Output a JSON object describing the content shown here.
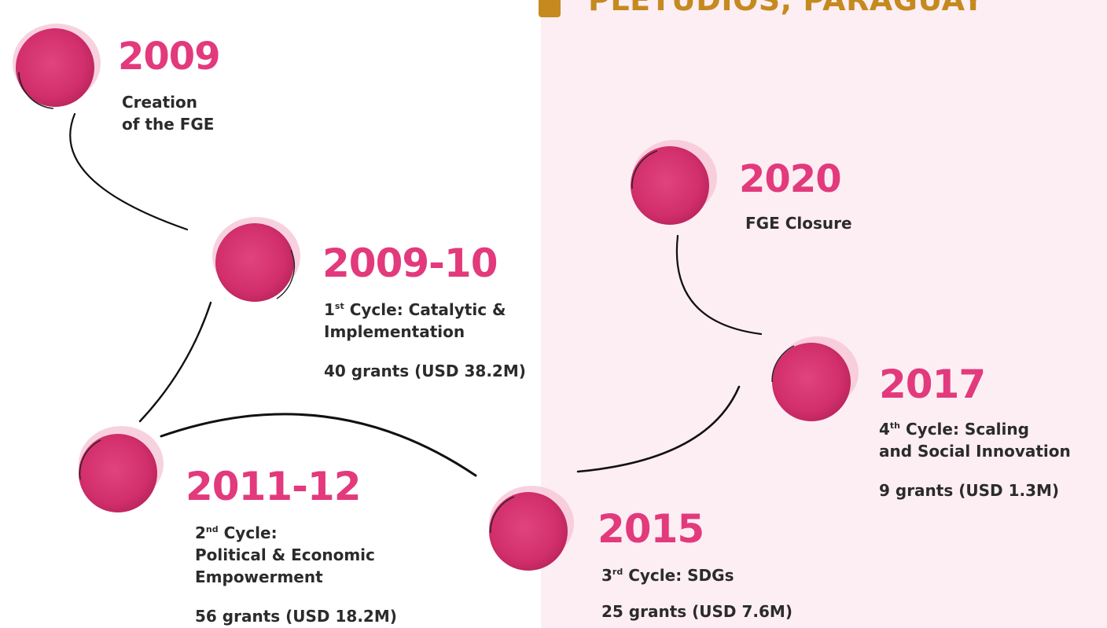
{
  "header": {
    "title": "PLETUDIOS, PARAGUAY"
  },
  "colors": {
    "accent": "#e23a7c",
    "circle": "#d63371",
    "panel": "#fdeef3",
    "gold": "#c58a1f",
    "text": "#2b2b2b"
  },
  "milestones": [
    {
      "year": "2009",
      "line1": "Creation",
      "line2": "of the FGE"
    },
    {
      "year": "2009-10",
      "ordinal_num": "1",
      "ordinal_suffix": "st",
      "line1_rest": " Cycle: Catalytic &",
      "line2": "Implementation",
      "grants": "40 grants (USD 38.2M)"
    },
    {
      "year": "2011-12",
      "ordinal_num": "2",
      "ordinal_suffix": "nd",
      "line1_rest": " Cycle:",
      "line2": "Political & Economic",
      "line3": "Empowerment",
      "grants": "56 grants (USD 18.2M)"
    },
    {
      "year": "2015",
      "ordinal_num": "3",
      "ordinal_suffix": "rd",
      "line1_rest": " Cycle: SDGs",
      "grants": "25 grants (USD 7.6M)"
    },
    {
      "year": "2017",
      "ordinal_num": "4",
      "ordinal_suffix": "th",
      "line1_rest": " Cycle: Scaling",
      "line2": "and Social Innovation",
      "grants": "9 grants (USD 1.3M)"
    },
    {
      "year": "2020",
      "line1": "FGE Closure"
    }
  ]
}
